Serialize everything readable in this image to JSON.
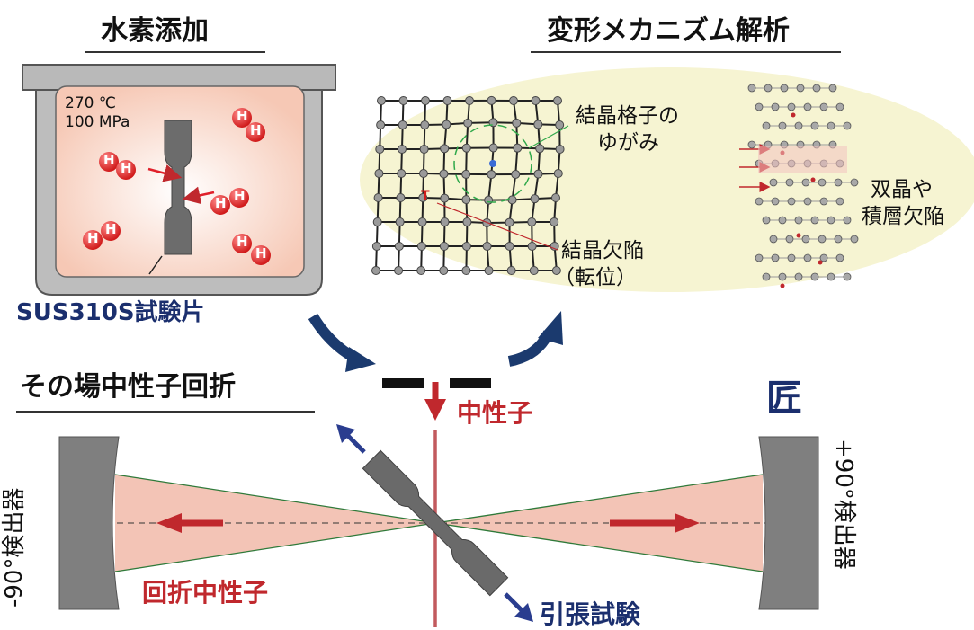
{
  "sections": {
    "hydrogen": "水素添加",
    "mechanism": "変形メカニズム解析",
    "diffraction": "その場中性子回折"
  },
  "vessel": {
    "temperature": "270 ℃",
    "pressure": "100 MPa",
    "h_atom": "H"
  },
  "specimen_label": "SUS310S試験片",
  "lattice": {
    "distortion": [
      "結晶格子の",
      "ゆがみ"
    ],
    "dislocation_symbol": "T",
    "dislocation": [
      "結晶欠陥",
      "（転位）"
    ],
    "twin": [
      "双晶や",
      "積層欠陥"
    ]
  },
  "experiment": {
    "neutron": "中性子",
    "detector_left": "-90°検出器",
    "detector_right": "+90°検出器",
    "diffracted": "回折中性子",
    "tensile": "引張試験",
    "logo": "匠"
  },
  "colors": {
    "navy": "#1b2f6e",
    "red": "#c0282d",
    "steel": "#7f7f7f",
    "cone": "#f3c4b6",
    "bubble": "#f6f4d2"
  }
}
